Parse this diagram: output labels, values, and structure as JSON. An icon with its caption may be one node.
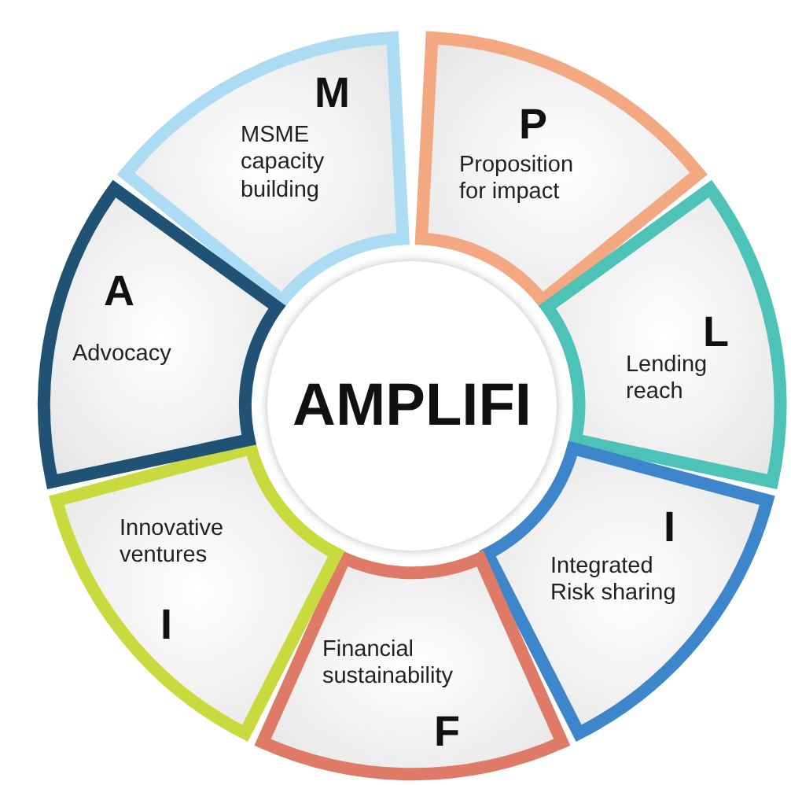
{
  "diagram": {
    "nodes": [
      {
        "text": [
          "M",
          "MSME capacity building"
        ]
      },
      {
        "text": [
          "P",
          "Proposition for impact"
        ]
      },
      {
        "text": [
          "L",
          "Lending reach"
        ]
      },
      {
        "text": [
          "I",
          "Integrated Risk sharing"
        ]
      },
      {
        "text": [
          "Financial sustainability",
          "F"
        ]
      },
      {
        "text": [
          "Innovative ventures",
          "I"
        ]
      },
      {
        "text": [
          "A",
          "Advocacy"
        ]
      },
      {
        "text": [
          "AMPLIFI"
        ]
      }
    ],
    "edges": []
  }
}
